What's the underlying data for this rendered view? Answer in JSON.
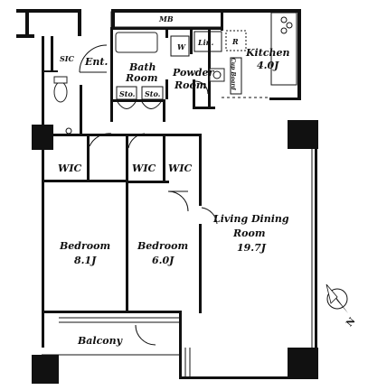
{
  "rooms": {
    "mb": "MB",
    "sic": "SIC",
    "entrance": "Ent.",
    "bath_line1": "Bath",
    "bath_line2": "Room",
    "washer": "W",
    "linen": "Lin.",
    "refrigerator": "R",
    "kitchen_name": "Kitchen",
    "kitchen_size": "4.0J",
    "powder_line1": "Powder",
    "powder_line2": "Room",
    "cupboard": "Cup Board",
    "storage_left": "Sto.",
    "storage_right": "Sto.",
    "wic_left": "WIC",
    "wic_middle": "WIC",
    "wic_right": "WIC",
    "bedroom1_name": "Bedroom",
    "bedroom1_size": "8.1J",
    "bedroom2_name": "Bedroom",
    "bedroom2_size": "6.0J",
    "living_line1": "Living Dining",
    "living_line2": "Room",
    "living_size": "19.7J",
    "balcony": "Balcony"
  },
  "compass": {
    "north_label": "N"
  }
}
